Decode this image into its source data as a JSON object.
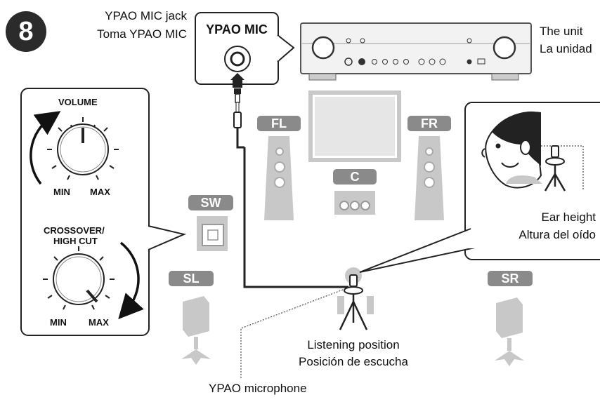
{
  "step_number": "8",
  "labels": {
    "jack_en": "YPAO MIC jack",
    "jack_es": "Toma YPAO MIC",
    "mic_panel": "YPAO MIC",
    "unit_en": "The unit",
    "unit_es": "La unidad",
    "volume": "VOLUME",
    "crossover_line1": "CROSSOVER/",
    "crossover_line2": "HIGH CUT",
    "min": "MIN",
    "max": "MAX",
    "ear_en": "Ear height",
    "ear_es": "Altura del oído",
    "listening_en": "Listening position",
    "listening_es": "Posición de escucha",
    "microphone": "YPAO microphone"
  },
  "speakers": {
    "fl": "FL",
    "fr": "FR",
    "c": "C",
    "sw": "SW",
    "sl": "SL",
    "sr": "SR"
  },
  "colors": {
    "speaker_gray": "#c8c8c8",
    "tag_gray": "#8a8a8a",
    "step_badge": "#2b2b2b"
  }
}
